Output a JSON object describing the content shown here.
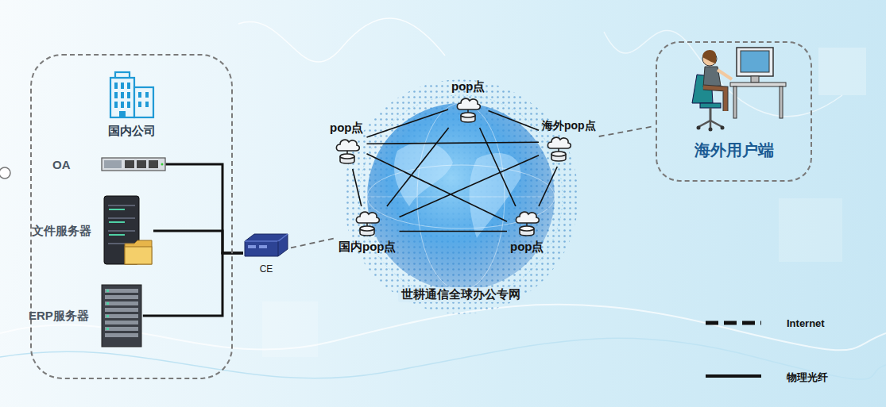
{
  "diagram": {
    "nodes": [
      {
        "text": [
          "国内公司"
        ]
      },
      {
        "text": [
          "OA"
        ],
        "in": 0
      },
      {
        "text": [
          "文件服务器"
        ],
        "in": 0
      },
      {
        "text": [
          "ERP服务器"
        ],
        "in": 0
      },
      {
        "text": [
          "CE"
        ]
      },
      {
        "text": [
          "pop点"
        ]
      },
      {
        "text": [
          "pop点"
        ]
      },
      {
        "text": [
          "海外pop点"
        ]
      },
      {
        "text": [
          "国内pop点"
        ]
      },
      {
        "text": [
          "pop点"
        ]
      },
      {
        "text": [
          "海外用户端"
        ]
      }
    ],
    "edges": [
      {
        "from": 1,
        "to": 4,
        "arrow": "none"
      },
      {
        "from": 2,
        "to": 4,
        "arrow": "none"
      },
      {
        "from": 3,
        "to": 4,
        "arrow": "none"
      },
      {
        "from": 4,
        "to": 8,
        "arrow": "none"
      },
      {
        "from": 5,
        "to": 6,
        "arrow": "none"
      },
      {
        "from": 5,
        "to": 7,
        "arrow": "none"
      },
      {
        "from": 5,
        "to": 8,
        "arrow": "none"
      },
      {
        "from": 5,
        "to": 9,
        "arrow": "none"
      },
      {
        "from": 6,
        "to": 7,
        "arrow": "none"
      },
      {
        "from": 6,
        "to": 8,
        "arrow": "none"
      },
      {
        "from": 6,
        "to": 9,
        "arrow": "none"
      },
      {
        "from": 7,
        "to": 8,
        "arrow": "none"
      },
      {
        "from": 7,
        "to": 9,
        "arrow": "none"
      },
      {
        "from": 8,
        "to": 9,
        "arrow": "none"
      },
      {
        "from": 7,
        "to": 10,
        "arrow": "none"
      }
    ],
    "labels": [
      "世耕通信全球办公专网"
    ],
    "legend": [
      {
        "text": "Internet"
      },
      {
        "text": "物理光纤"
      }
    ]
  }
}
